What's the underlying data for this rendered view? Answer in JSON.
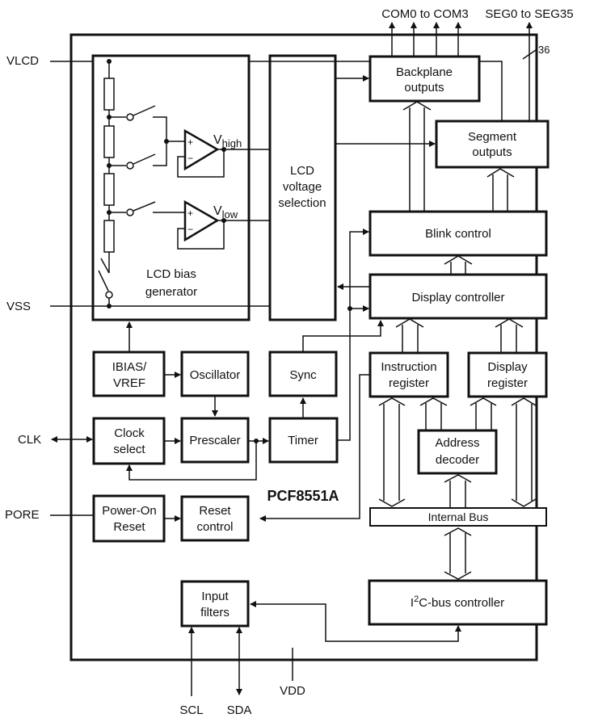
{
  "diagram": {
    "chip_name": "PCF8551A",
    "pins": {
      "vlcd": "VLCD",
      "vss": "VSS",
      "clk": "CLK",
      "pore": "PORE",
      "scl": "SCL",
      "sda": "SDA",
      "vdd": "VDD",
      "com": "COM0 to COM3",
      "seg": "SEG0 to SEG35",
      "seg_width": "36"
    },
    "blocks": {
      "bias_line1": "LCD bias",
      "bias_line2": "generator",
      "vsel_line1": "LCD",
      "vsel_line2": "voltage",
      "vsel_line3": "selection",
      "backplane_line1": "Backplane",
      "backplane_line2": "outputs",
      "segment_line1": "Segment",
      "segment_line2": "outputs",
      "blink": "Blink control",
      "display_controller": "Display controller",
      "ibias_line1": "IBIAS/",
      "ibias_line2": "VREF",
      "oscillator": "Oscillator",
      "sync": "Sync",
      "clock_line1": "Clock",
      "clock_line2": "select",
      "prescaler": "Prescaler",
      "timer": "Timer",
      "instr_line1": "Instruction",
      "instr_line2": "register",
      "dispreg_line1": "Display",
      "dispreg_line2": "register",
      "addr_line1": "Address",
      "addr_line2": "decoder",
      "internal_bus": "Internal Bus",
      "por_line1": "Power-On",
      "por_line2": "Reset",
      "reset_line1": "Reset",
      "reset_line2": "control",
      "input_line1": "Input",
      "input_line2": "filters",
      "i2c_prefix": "I",
      "i2c_sup": "2",
      "i2c_suffix": "C-bus controller"
    },
    "signals": {
      "vhigh_main": "V",
      "vhigh_sub": "high",
      "vlow_main": "V",
      "vlow_sub": "low",
      "plus": "+",
      "minus": "−"
    }
  }
}
